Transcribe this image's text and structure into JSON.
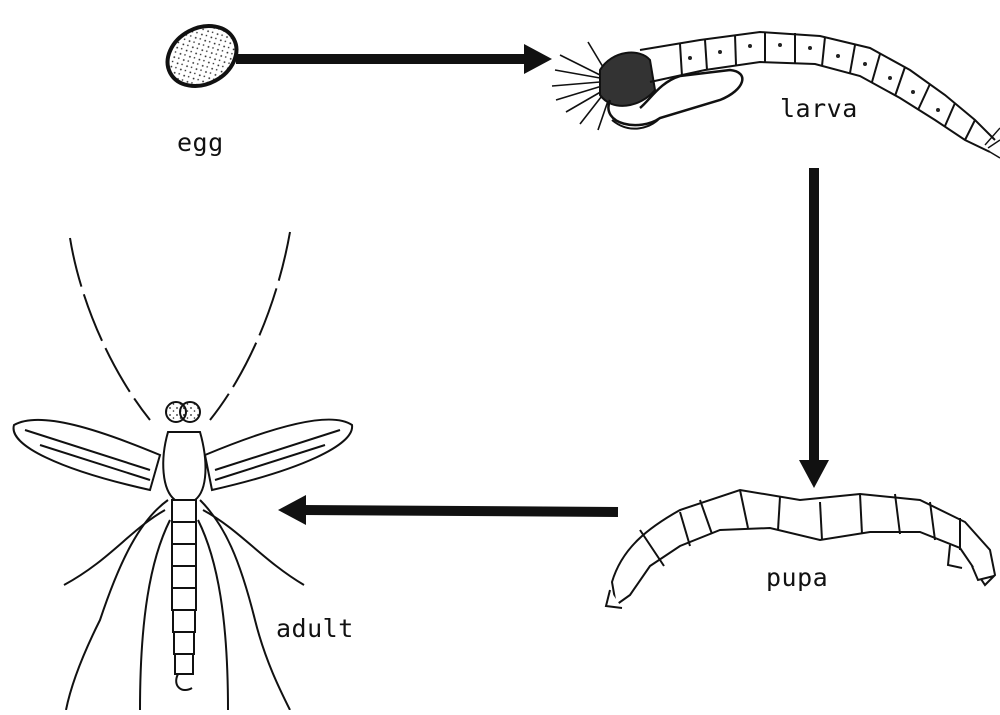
{
  "stages": {
    "egg": "egg",
    "larva": "larva",
    "pupa": "pupa",
    "adult": "adult"
  },
  "colors": {
    "ink": "#111111",
    "background": "#ffffff",
    "egg_fill": "#e9e9e9"
  }
}
